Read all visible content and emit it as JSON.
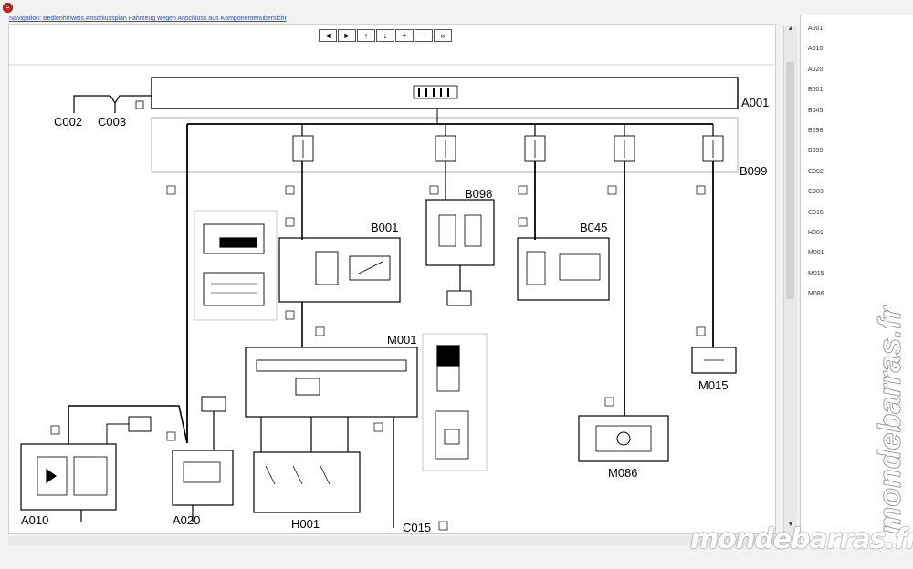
{
  "window": {
    "title_link": "Navigation: Bedienhinweis Anschlussplan Fahrzeug wegen Anschluss aus Komponentenübersicht"
  },
  "toolbar": {
    "buttons": [
      {
        "label": "◄"
      },
      {
        "label": "►"
      },
      {
        "label": "↑"
      },
      {
        "label": "↓"
      },
      {
        "label": "+"
      },
      {
        "label": "-"
      },
      {
        "label": "»"
      }
    ]
  },
  "diagram": {
    "labels": {
      "c002": "C002",
      "c003": "C003",
      "a001": "A001",
      "b099": "B099",
      "b001": "B001",
      "b098": "B098",
      "b045": "B045",
      "m001": "M001",
      "m015": "M015",
      "m086": "M086",
      "a010": "A010",
      "a020": "A020",
      "h001": "H001",
      "c015": "C015"
    }
  },
  "sidebar": {
    "items": [
      "A001",
      "A010",
      "A020",
      "B001",
      "B045",
      "B098",
      "B099",
      "C002",
      "C003",
      "C015",
      "H001",
      "M001",
      "M015",
      "M086"
    ]
  },
  "watermark": {
    "text": "mondebarras.fr"
  }
}
